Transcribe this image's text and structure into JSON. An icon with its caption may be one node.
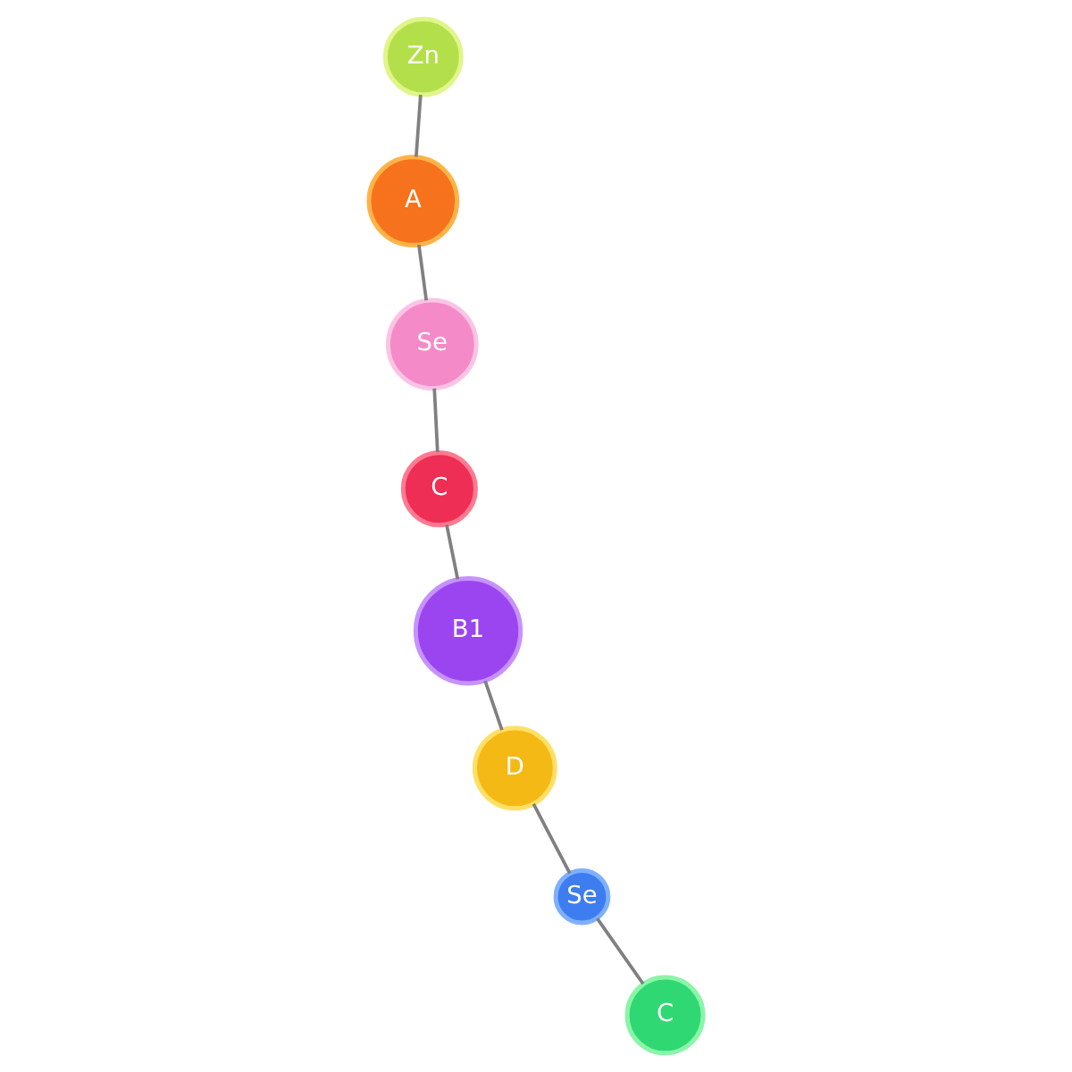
{
  "diagram": {
    "nodes": [
      {
        "text": [
          "A"
        ]
      },
      {
        "text": [
          "Se"
        ]
      },
      {
        "text": [
          "B1"
        ]
      },
      {
        "text": [
          "C"
        ]
      },
      {
        "text": [
          "Zn"
        ]
      },
      {
        "text": [
          "Se"
        ]
      },
      {
        "text": [
          "D"
        ]
      },
      {
        "text": [
          "C"
        ]
      }
    ],
    "edges": [
      {
        "from": 0,
        "to": 1,
        "arrow": "none"
      },
      {
        "from": 0,
        "to": 4,
        "arrow": "none"
      },
      {
        "from": 1,
        "to": 3,
        "arrow": "none"
      },
      {
        "from": 2,
        "to": 3,
        "arrow": "none"
      },
      {
        "from": 2,
        "to": 6,
        "arrow": "none"
      },
      {
        "from": 5,
        "to": 6,
        "arrow": "none"
      },
      {
        "from": 5,
        "to": 7,
        "arrow": "none"
      }
    ]
  }
}
